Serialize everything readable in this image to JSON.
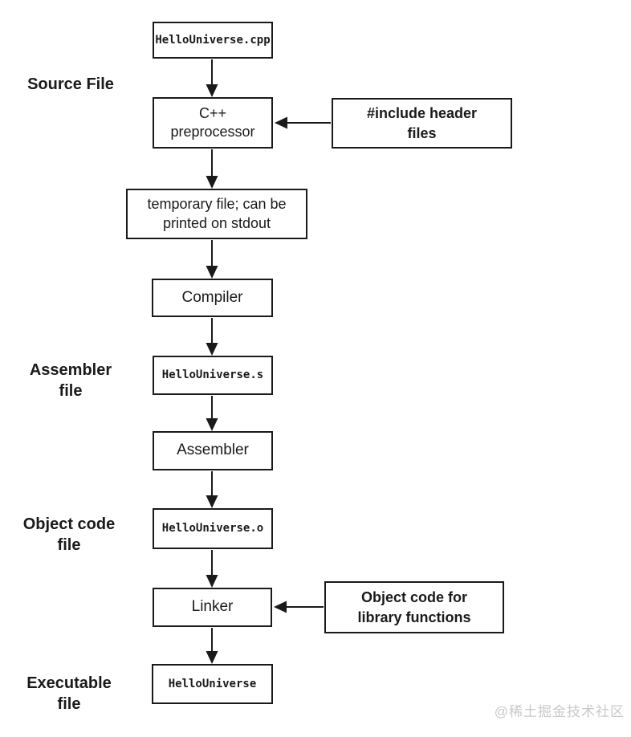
{
  "flowchart": {
    "stage_labels": {
      "source": "Source File",
      "assembler": "Assembler\nfile",
      "object": "Object code\nfile",
      "executable": "Executable\nfile"
    },
    "nodes": {
      "source_file": "HelloUniverse.cpp",
      "preprocessor": "C++\npreprocessor",
      "temp_file": "temporary file; can be\nprinted on stdout",
      "compiler": "Compiler",
      "assembly_file": "HelloUniverse.s",
      "assembler": "Assembler",
      "object_file": "HelloUniverse.o",
      "linker": "Linker",
      "executable_file": "HelloUniverse"
    },
    "inputs": {
      "headers": "#include header\nfiles",
      "libraries": "Object code for\nlibrary functions"
    },
    "edges": [
      {
        "from": "source_file",
        "to": "preprocessor"
      },
      {
        "from": "headers",
        "to": "preprocessor"
      },
      {
        "from": "preprocessor",
        "to": "temp_file"
      },
      {
        "from": "temp_file",
        "to": "compiler"
      },
      {
        "from": "compiler",
        "to": "assembly_file"
      },
      {
        "from": "assembly_file",
        "to": "assembler"
      },
      {
        "from": "assembler",
        "to": "object_file"
      },
      {
        "from": "object_file",
        "to": "linker"
      },
      {
        "from": "libraries",
        "to": "linker"
      },
      {
        "from": "linker",
        "to": "executable_file"
      }
    ]
  },
  "watermark": "@稀土掘金技术社区",
  "colors": {
    "line": "#1a1a1a",
    "text": "#1a1a1a",
    "background": "#ffffff",
    "watermark": "#c9c9c9"
  }
}
